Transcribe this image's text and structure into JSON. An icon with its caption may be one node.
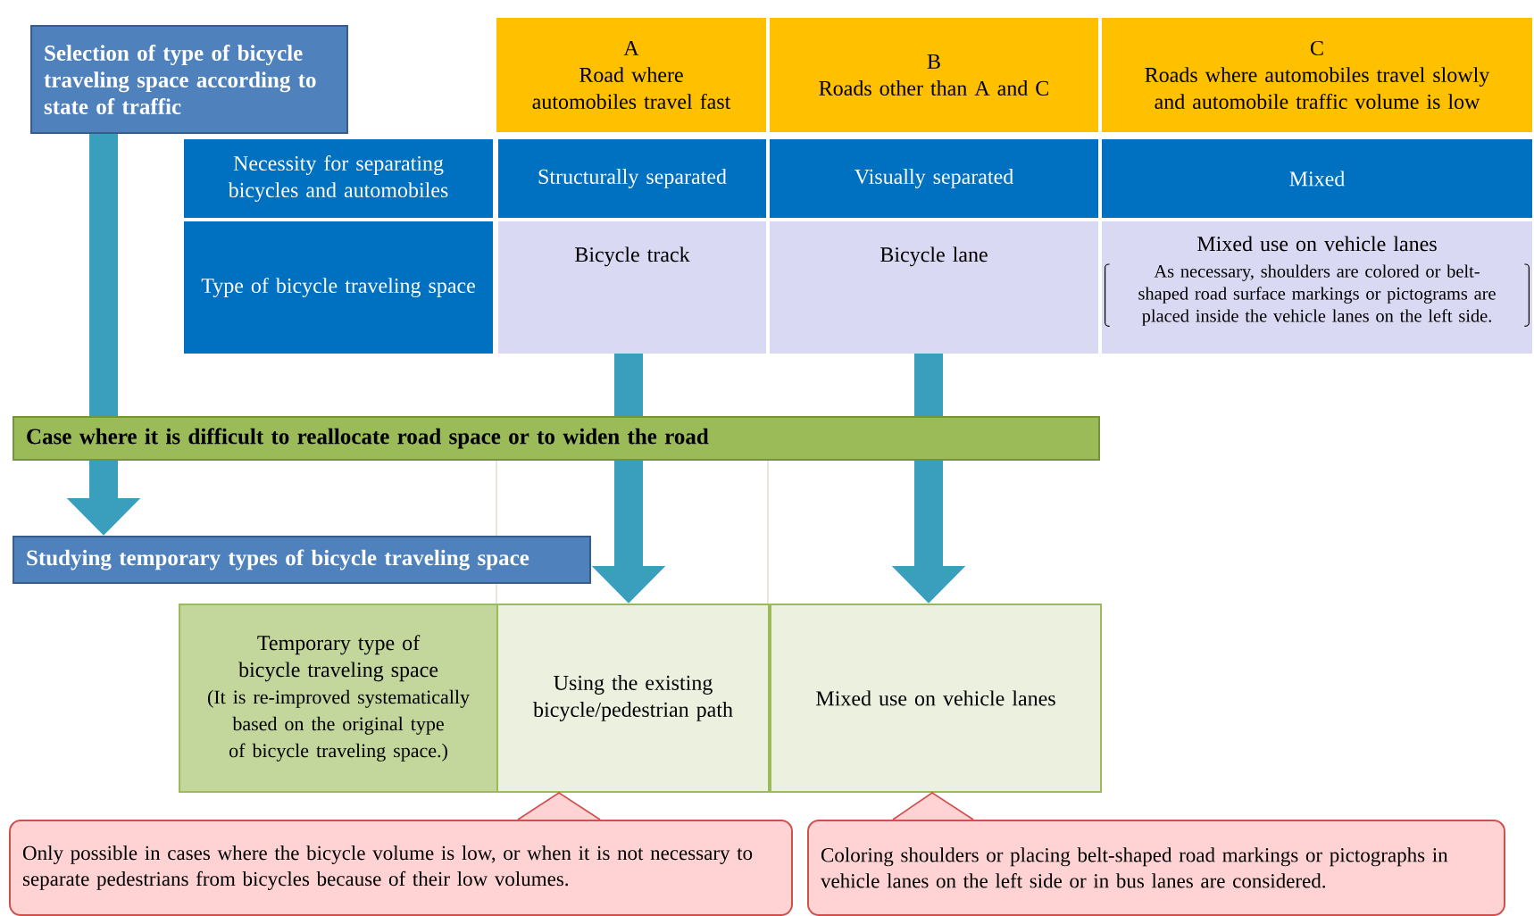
{
  "diagram": {
    "nodes": [
      {
        "text": [
          "Selection of type of bicycle traveling space according to state of traffic"
        ]
      },
      {
        "text": [
          "A",
          "Road where automobiles travel fast"
        ]
      },
      {
        "text": [
          "B",
          "Roads other than A and C"
        ]
      },
      {
        "text": [
          "C",
          "Roads where automobiles travel slowly and automobile traffic volume is low"
        ]
      },
      {
        "text": [
          "Necessity for separating bicycles and automobiles"
        ]
      },
      {
        "text": [
          "Structurally separated"
        ]
      },
      {
        "text": [
          "Visually separated"
        ]
      },
      {
        "text": [
          "Mixed"
        ]
      },
      {
        "text": [
          "Type of bicycle traveling space"
        ]
      },
      {
        "text": [
          "Bicycle track"
        ]
      },
      {
        "text": [
          "Bicycle lane"
        ]
      },
      {
        "text": [
          "Mixed use on vehicle lanes",
          "As necessary, shoulders are colored or belt-shaped road surface markings or pictograms are placed inside the vehicle lanes on the left side."
        ]
      },
      {
        "text": [
          "Case where it is difficult to reallocate road space or to widen the road"
        ]
      },
      {
        "text": [
          "Studying temporary types of bicycle traveling space"
        ]
      },
      {
        "text": [
          "Temporary type of bicycle traveling space",
          "(It is re-improved systematically based on the original type of bicycle traveling space.)"
        ]
      },
      {
        "text": [
          "Using the existing bicycle/pedestrian path"
        ]
      },
      {
        "text": [
          "Mixed use on vehicle lanes"
        ]
      },
      {
        "text": [
          "Only possible in cases where the bicycle volume is low, or when it is not necessary to separate pedestrians from bicycles because of their low volumes."
        ]
      },
      {
        "text": [
          "Coloring shoulders or placing belt-shaped road markings or pictographs in vehicle lanes on the left side or in bus lanes are considered."
        ]
      }
    ],
    "edges": [
      {
        "from": 0,
        "to": 12,
        "arrow": "none"
      },
      {
        "from": 12,
        "to": 13,
        "arrow": "to"
      },
      {
        "from": 9,
        "to": 12,
        "arrow": "none"
      },
      {
        "from": 12,
        "to": 15,
        "arrow": "to"
      },
      {
        "from": 10,
        "to": 12,
        "arrow": "none"
      },
      {
        "from": 12,
        "to": 16,
        "arrow": "to"
      },
      {
        "from": 17,
        "to": 15,
        "arrow": "none",
        "color": "#d0504d"
      },
      {
        "from": 18,
        "to": 16,
        "arrow": "none",
        "color": "#d0504d"
      }
    ]
  }
}
